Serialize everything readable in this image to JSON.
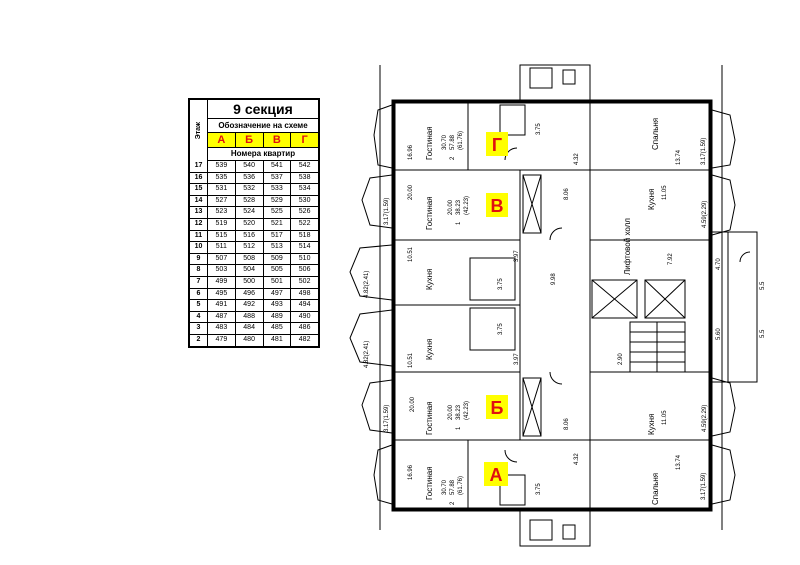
{
  "table": {
    "floor_header": "Этаж",
    "title": "9  секция",
    "subtitle": "Обозначение на схеме",
    "letters": [
      "А",
      "Б",
      "В",
      "Г"
    ],
    "numbers_header": "Номера квартир",
    "rows": [
      {
        "floor": "17",
        "apts": [
          "539",
          "540",
          "541",
          "542"
        ]
      },
      {
        "floor": "16",
        "apts": [
          "535",
          "536",
          "537",
          "538"
        ]
      },
      {
        "floor": "15",
        "apts": [
          "531",
          "532",
          "533",
          "534"
        ]
      },
      {
        "floor": "14",
        "apts": [
          "527",
          "528",
          "529",
          "530"
        ]
      },
      {
        "floor": "13",
        "apts": [
          "523",
          "524",
          "525",
          "526"
        ]
      },
      {
        "floor": "12",
        "apts": [
          "519",
          "520",
          "521",
          "522"
        ]
      },
      {
        "floor": "11",
        "apts": [
          "515",
          "516",
          "517",
          "518"
        ]
      },
      {
        "floor": "10",
        "apts": [
          "511",
          "512",
          "513",
          "514"
        ]
      },
      {
        "floor": "9",
        "apts": [
          "507",
          "508",
          "509",
          "510"
        ]
      },
      {
        "floor": "8",
        "apts": [
          "503",
          "504",
          "505",
          "506"
        ]
      },
      {
        "floor": "7",
        "apts": [
          "499",
          "500",
          "501",
          "502"
        ]
      },
      {
        "floor": "6",
        "apts": [
          "495",
          "496",
          "497",
          "498"
        ]
      },
      {
        "floor": "5",
        "apts": [
          "491",
          "492",
          "493",
          "494"
        ]
      },
      {
        "floor": "4",
        "apts": [
          "487",
          "488",
          "489",
          "490"
        ]
      },
      {
        "floor": "3",
        "apts": [
          "483",
          "484",
          "485",
          "486"
        ]
      },
      {
        "floor": "2",
        "apts": [
          "479",
          "480",
          "481",
          "482"
        ]
      }
    ]
  },
  "plan": {
    "apt_g": "Г",
    "apt_v": "В",
    "apt_b": "Б",
    "apt_a": "А",
    "g_room": "Гостиная",
    "g_area": "16.96",
    "g_rooms": "2",
    "g_total": "57.88",
    "g_living": "30.70",
    "g_total2": "(61.76)",
    "g_bed": "Спальня",
    "g_bed_area": "13.74",
    "g_balc": "3.17(1.59)",
    "g_hall": "4.32",
    "g_bath": "3.75",
    "v_room": "Гостиная",
    "v_area": "20.00",
    "v_rooms": "1",
    "v_total": "38.23",
    "v_living": "20.00",
    "v_total2": "(42.23)",
    "v_kitchen": "Кухня",
    "v_k_area": "11.05",
    "v_balc": "3.17(1.59)",
    "v_balc2": "4.59(2.29)",
    "v_hall": "8.06",
    "hall_label": "Лифтовой холл",
    "hall_area": "7.92",
    "k1": "Кухня",
    "k1_area": "10.51",
    "k1_balc": "4.82(2.41)",
    "wc1": "3.97",
    "wc2": "3.75",
    "corr": "9.98",
    "k2": "Кухня",
    "k2_area": "10.51",
    "k2_balc": "4.82(2.41)",
    "wc3": "3.75",
    "wc4": "3.97",
    "stair": "2.90",
    "vest1": "4.70",
    "vest2": "5.60",
    "side1": "5.5",
    "side2": "5.5",
    "b_room": "Гостиная",
    "b_area": "20.00",
    "b_rooms": "1",
    "b_total": "38.23",
    "b_living": "20.00",
    "b_total2": "(42.23)",
    "b_kitchen": "Кухня",
    "b_k_area": "11.05",
    "b_balc": "3.17(1.59)",
    "b_balc2": "4.59(2.29)",
    "b_hall": "8.06",
    "a_room": "Гостиная",
    "a_area": "16.96",
    "a_rooms": "2",
    "a_total": "57.88",
    "a_living": "30.70",
    "a_total2": "(61.76)",
    "a_bed": "Спальня",
    "a_bed_area": "13.74",
    "a_balc": "3.17(1.59)",
    "a_hall": "4.32",
    "a_bath": "3.75"
  }
}
